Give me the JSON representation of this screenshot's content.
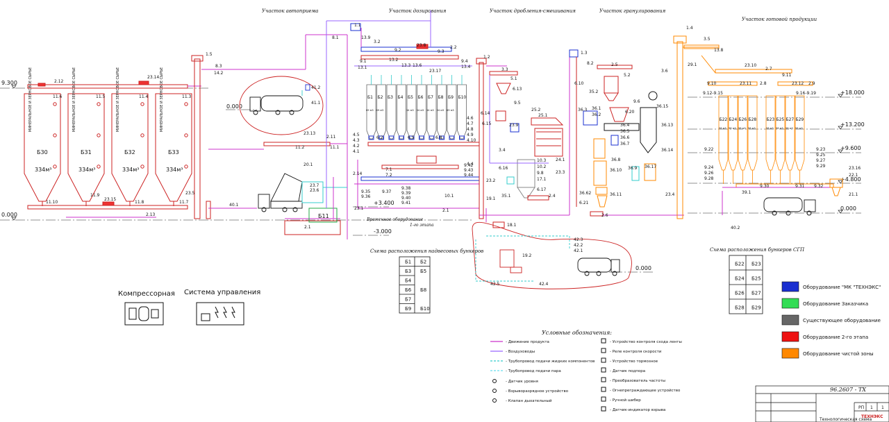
{
  "areas": {
    "reception": "Участок автоприема",
    "dosing": "Участок дозирования",
    "grinding": "Участок дробления-смешивания",
    "granulation": "Участок гранулирования",
    "finished": "Участок готовой продукции"
  },
  "levels": {
    "l9300": "9.300",
    "l0_left": "0.000",
    "l0_truck": "0.000",
    "l18000": "+18.000",
    "l13200": "+13.200",
    "l9600": "+9.600",
    "l4800": "+4.800",
    "l0_right": "0.000",
    "l3400": "+3.400",
    "l3000": "-3.000",
    "l0_bottom": "0.000"
  },
  "silos": [
    {
      "id": "Б30",
      "vol": "334м³",
      "text": "МИНЕРАЛЬНОЕ И ЗЕРНОВОЕ СЫРЬЕ"
    },
    {
      "id": "Б31",
      "vol": "334м³",
      "text": "МИНЕРАЛЬНОЕ И ЗЕРНОВОЕ СЫРЬЕ"
    },
    {
      "id": "Б32",
      "vol": "334м³",
      "text": "МИНЕРАЛЬНОЕ И ЗЕРНОВОЕ СЫРЬЕ"
    },
    {
      "id": "Б33",
      "vol": "334м³",
      "text": "МИНЕРАЛЬНОЕ И ЗЕРНОВОЕ СЫРЬЕ"
    }
  ],
  "dosing_bins": [
    "Б1",
    "Б2",
    "Б3",
    "Б4",
    "Б5",
    "Б6",
    "Б7",
    "Б8",
    "Б9",
    "Б10"
  ],
  "dosing_bin_vols": [
    "69 м3",
    "69 м3",
    "34 м3",
    "34 м3",
    "34 м3",
    "34 м3",
    "69 м3"
  ],
  "b11": "Б11",
  "temp_equipment": "Временное оборудование",
  "temp_stage": "1-го этапа",
  "fp_bins": [
    "Б22",
    "Б24",
    "Б26",
    "Б28",
    "Б23",
    "Б25",
    "Б27",
    "Б29"
  ],
  "fp_bin_vol": "58 м3",
  "labels": {
    "l1_1": "1.1",
    "l8_1": "8.1",
    "l13_9": "13.9",
    "l3_2": "3.2",
    "l9_2": "9.2",
    "l23_8": "23.8",
    "l9_3": "9.3",
    "l2_2": "2.2",
    "l9_1": "9.1",
    "l13_1": "13.1",
    "l13_2": "13.2",
    "l13_3": "13.3",
    "l13_6": "13.6",
    "l23_17": "23.17",
    "l9_4": "9.4",
    "l13_4": "13.4",
    "l1_2": "1.2",
    "l3_3": "3.3",
    "l5_1": "5.1",
    "l6_13": "6.13",
    "l9_5": "9.5",
    "l6_14": "6.14",
    "l6_15": "6.15",
    "l23_9": "23.9",
    "l25_2": "25.2",
    "l25_1": "25.1",
    "l24_1": "24.1",
    "l3_4": "3.4",
    "l10_3": "10.3",
    "l10_2": "10.2",
    "l9_8": "9.8",
    "l17_1": "17.1",
    "l6_16": "6.16",
    "l23_2": "23.2",
    "l23_3": "23.3",
    "l6_17": "6.17",
    "l2_4": "2.4",
    "l35_1": "35.1",
    "l19_1": "19.1",
    "l18_1": "18.1",
    "l2_1": "2.1",
    "l10_1": "10.1",
    "l1_3": "1.3",
    "l8_2": "8.2",
    "l2_5": "2.5",
    "l5_2": "5.2",
    "l6_10": "6.10",
    "l35_2": "35.2",
    "l9_6": "9.6",
    "l36_3": "36.3",
    "l36_1": "36.1",
    "l36_2": "36.2",
    "l6_20": "6.20",
    "l36_4": "36.4",
    "l36_5": "36.5",
    "l36_6": "36.6",
    "l36_7": "36.7",
    "l36_8": "36.8",
    "l36_9": "36.9",
    "l36_10": "36.10",
    "l36_11": "36.11",
    "l36_62": "36.62",
    "l36_17": "36.17",
    "l36_13": "36.13",
    "l36_14": "36.14",
    "l36_15": "36.15",
    "l6_21": "6.21",
    "l2_6": "2.6",
    "l23_4": "23.4",
    "l3_6": "3.6",
    "l1_4": "1.4",
    "l3_5": "3.5",
    "l13_8": "13.8",
    "l29_1": "29.1",
    "l23_10": "23.10",
    "l2_7": "2.7",
    "l9_11": "9.11",
    "l9_10": "9.10",
    "l23_11": "23.11",
    "l2_8": "2.8",
    "l23_12": "23.12",
    "l2_9": "2.9",
    "l9_12": "9.12-9.15",
    "l9_16": "9.16-9.19",
    "l9_22": "9.22",
    "l9_23": "9.23",
    "l9_24": "9.24",
    "l9_25": "9.25",
    "l9_26": "9.26",
    "l9_27": "9.27",
    "l9_28": "9.28",
    "l9_29": "9.29",
    "l9_30": "9.30",
    "l9_31": "9.31",
    "l9_32": "9.32",
    "l39_1": "39.1",
    "l21_1": "21.1",
    "l22_1": "22.1",
    "l23_16": "23.16",
    "l40_2": "40.2",
    "l2_12": "2.12",
    "l23_14": "23.14",
    "l11_6": "11.6",
    "l11_5": "11.5",
    "l11_4": "11.4",
    "l11_3": "11.3",
    "l1_5": "1.5",
    "l8_3": "8.3",
    "l14_2": "14.2",
    "l11_10": "11.10",
    "l11_9": "11.9",
    "l23_15": "23.15",
    "l11_8": "11.8",
    "l11_7": "11.7",
    "l2_13": "2.13",
    "l23_5": "23.5",
    "l40_1": "40.1",
    "l41_1": "41.1",
    "l41_2": "41.2",
    "l23_13": "23.13",
    "l2_11": "2.11",
    "l11_2": "11.2",
    "l11_1": "11.1",
    "l20_1": "20.1",
    "l23_7": "23.7",
    "l23_6": "23.6",
    "l2_14": "2.14",
    "l2_1b": "2.1",
    "l23_1": "23.1",
    "l4_5": "4.5",
    "l4_3": "4.3",
    "l4_2": "4.2",
    "l4_1": "4.1",
    "l7_1": "7.1",
    "l7_2": "7.2",
    "l9_35": "9.35",
    "l9_36": "9.36",
    "l9_37": "9.37",
    "l9_38": "9.38",
    "l9_39": "9.39",
    "l9_40": "9.40",
    "l9_41": "9.41",
    "l9_42": "9.42",
    "l9_43": "9.43",
    "l9_44": "9.44",
    "l4_6": "4.6",
    "l4_7": "4.7",
    "l4_8": "4.8",
    "l4_9": "4.9",
    "l4_10": "4.10",
    "l4_4": "4.4",
    "l6_2": "6.2",
    "l6_5": "6.5",
    "l6_8": "6.8",
    "l42_3": "42.3",
    "l42_2": "42.2",
    "l42_1": "42.1",
    "l19_2": "19.2",
    "l42_5": "42.5",
    "l42_4": "42.4"
  },
  "scheme_hoppers_title": "Схема расположения надвесовых бункеров",
  "scheme_hoppers": [
    [
      "Б1",
      "Б2"
    ],
    [
      "Б3",
      "Б5"
    ],
    [
      "Б4",
      ""
    ],
    [
      "Б6",
      "Б8"
    ],
    [
      "Б7",
      ""
    ],
    [
      "Б9",
      "Б10"
    ]
  ],
  "scheme_fp_title": "Схема расположения бункеров СГП",
  "scheme_fp": [
    [
      "Б22",
      "Б23"
    ],
    [
      "Б24",
      "Б25"
    ],
    [
      "Б26",
      "Б27"
    ],
    [
      "Б28",
      "Б29"
    ]
  ],
  "compressor": "Компрессорная",
  "control_system": "Система управления",
  "legend_title": "Условные обозначения:",
  "legend_lines": [
    {
      "label": "- Движение продукта",
      "color": "#cc33cc"
    },
    {
      "label": "- Воздуховоды",
      "color": "#9966ff"
    },
    {
      "label": "- Трубопровод подачи жидких компонентов",
      "color": "#33cccc"
    },
    {
      "label": "- Трубопровод подачи пара",
      "color": "#66ddee"
    }
  ],
  "legend_symbols": [
    {
      "label": "- Датчик уровня"
    },
    {
      "label": "- Взрыворазрядное устройство"
    },
    {
      "label": "- Клапан дыхательный"
    }
  ],
  "legend_symbols2": [
    {
      "label": "- Устройство контроля схода ленты"
    },
    {
      "label": "- Реле контроля скорости"
    },
    {
      "label": "- Устройство тормозное"
    },
    {
      "label": "- Датчик подпора"
    },
    {
      "label": "- Преобразователь частоты"
    },
    {
      "label": "- Огнепреграждающее устройство"
    },
    {
      "label": "- Ручной шибер"
    },
    {
      "label": "- Датчик-индикатор взрыва"
    }
  ],
  "color_legend": [
    {
      "label": "Оборудование \"МК \"ТЕХНЭКС\"",
      "color": "#1a2fd0"
    },
    {
      "label": "Оборудование Заказчика",
      "color": "#33dd55"
    },
    {
      "label": "Существующее оборудование",
      "color": "#666666"
    },
    {
      "label": "Оборудование 2-го этапа",
      "color": "#ee1111"
    },
    {
      "label": "Оборудование чистой зоны",
      "color": "#ff8800"
    }
  ],
  "stamp": {
    "code": "96.2607 - ТХ",
    "logo": "ТЕХНЭКС",
    "sheet": "1",
    "sheets": "1",
    "stage": "РП",
    "bottom": "Технологическая схема"
  }
}
